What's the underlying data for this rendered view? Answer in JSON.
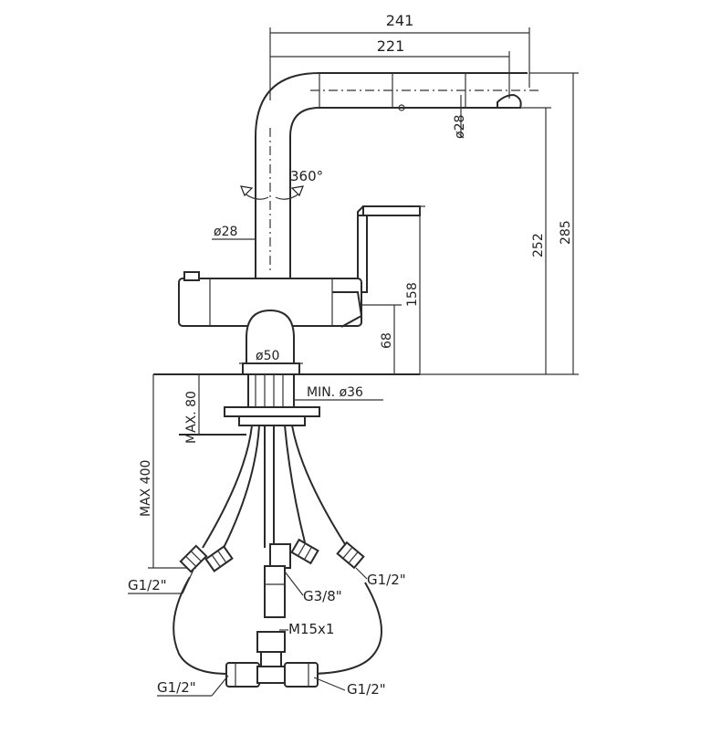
{
  "dimensions": {
    "width_total": "241",
    "width_spout": "221",
    "spout_diameter": "ø28",
    "rotation": "360°",
    "body_diameter": "ø28",
    "base_diameter": "ø50",
    "min_hole": "MIN. ø36",
    "max_thickness": "MAX. 80",
    "max_hose": "MAX 400",
    "height_158": "158",
    "height_68": "68",
    "height_252": "252",
    "height_285": "285"
  },
  "connections": {
    "left_inlet": "G1/2\"",
    "right_inlet": "G1/2\"",
    "center": "G3/8\"",
    "thread": "M15x1",
    "tee_left": "G1/2\"",
    "tee_right": "G1/2\""
  }
}
